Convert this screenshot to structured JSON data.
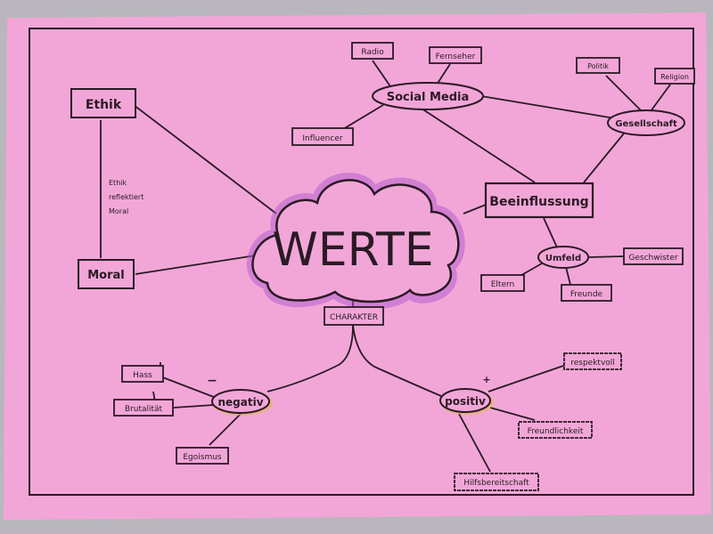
{
  "central": "WERTE",
  "nodes": {
    "ethik": "Ethik",
    "moral": "Moral",
    "ethik_note": [
      "Ethik",
      "reflektiert",
      "Moral"
    ],
    "social_media": "Social Media",
    "radio": "Radio",
    "fernseher": "Fernseher",
    "influencer": "Influencer",
    "gesellschaft": "Gesellschaft",
    "politik": "Politik",
    "religion": "Religion",
    "beeinflussung": "Beeinflussung",
    "umfeld": "Umfeld",
    "geschwister": "Geschwister",
    "eltern": "Eltern",
    "freunde": "Freunde",
    "charakter": "CHARAKTER",
    "negativ": "negativ",
    "hass": "Hass",
    "brutalitaet": "Brutalität",
    "egoismus": "Egoismus",
    "positiv": "positiv",
    "respektvoll": "respektvoll",
    "freundlichkeit": "Freundlichkeit",
    "hilfsbereitschaft": "Hilfsbereitschaft",
    "minus": "−",
    "plus": "+"
  },
  "colors": {
    "paper": "#f2a6d8",
    "ink": "#3a1f2e",
    "highlight": "#b25ad0"
  }
}
